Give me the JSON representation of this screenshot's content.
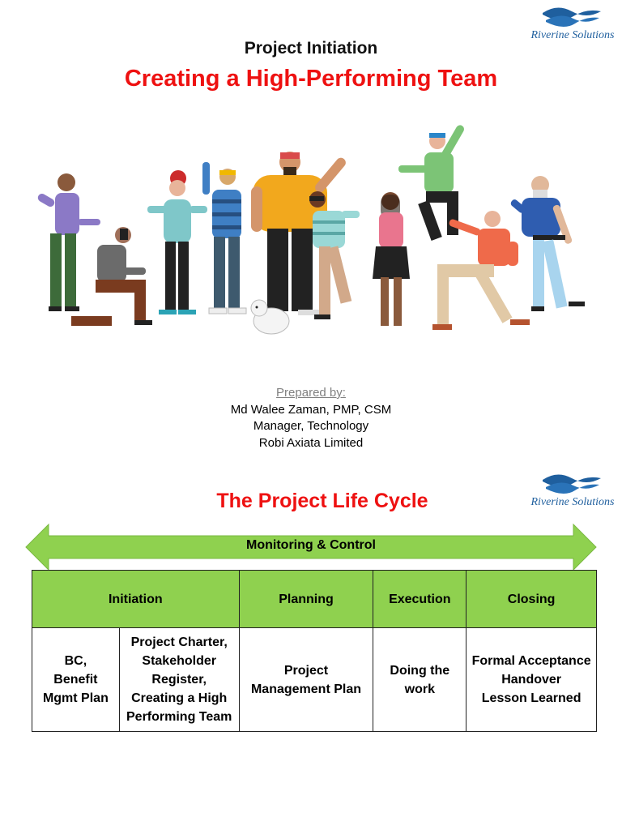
{
  "logo": {
    "name": "Riverine Solutions",
    "color": "#1f5f9e"
  },
  "slide1": {
    "title": "Project Initiation",
    "subtitle": "Creating a High-Performing Team",
    "prepared_label": "Prepared by:",
    "author": "Md Walee Zaman, PMP, CSM",
    "role": "Manager, Technology",
    "company": "Robi Axiata Limited"
  },
  "slide2": {
    "title": "The Project Life Cycle",
    "arrow_label": "Monitoring & Control",
    "arrow_color": "#8fd14f",
    "phases": [
      "Initiation",
      "Planning",
      "Execution",
      "Closing"
    ],
    "initiation_items": [
      [
        "BC,",
        "Benefit",
        "Mgmt Plan"
      ],
      [
        "Project Charter,",
        "Stakeholder",
        "Register,",
        "Creating a High",
        "Performing Team"
      ]
    ],
    "planning_items": [
      "Project",
      "Management Plan"
    ],
    "execution_items": [
      "Doing the",
      "work"
    ],
    "closing_items": [
      "Formal Acceptance",
      "Handover",
      "Lesson Learned"
    ]
  }
}
